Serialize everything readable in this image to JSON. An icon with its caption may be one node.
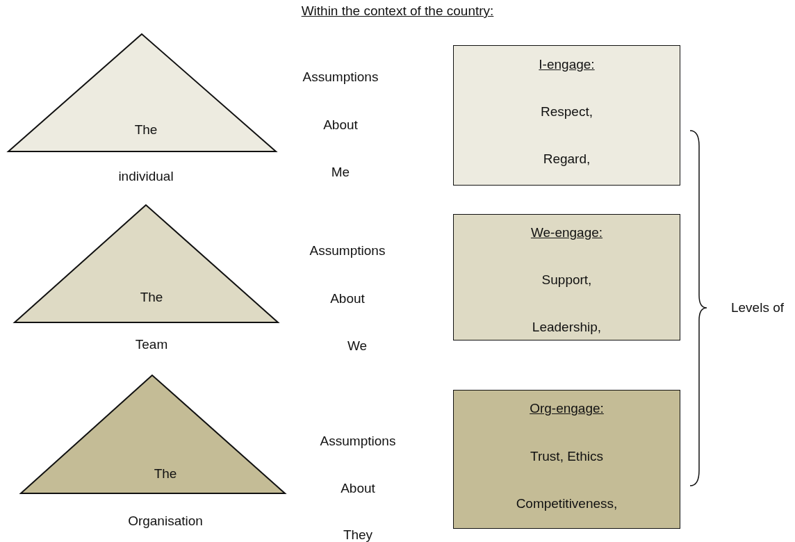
{
  "diagram": {
    "title": "Within the context of the country:",
    "nodes": [
      {
        "text": [
          "The"
        ],
        "beside": [
          "individual"
        ]
      },
      {
        "text": [
          "I-engage:",
          "Respect,",
          "Regard,"
        ]
      },
      {
        "text": [
          "The"
        ],
        "beside": [
          "Team"
        ]
      },
      {
        "text": [
          "We-engage:",
          "Support,",
          "Leadership,"
        ]
      },
      {
        "text": [
          "The"
        ],
        "beside": [
          "Organisation"
        ]
      },
      {
        "text": [
          "Org-engage:",
          "Trust, Ethics",
          "Competitiveness,"
        ]
      }
    ],
    "labels": [
      "Assumptions",
      "About",
      "Me",
      "Assumptions",
      "About",
      "We",
      "Assumptions",
      "About",
      "They",
      "Levels of"
    ]
  }
}
